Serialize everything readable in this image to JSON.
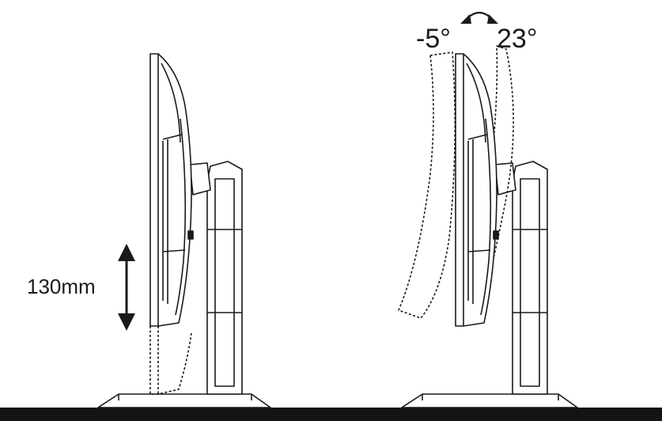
{
  "labels": {
    "height_adjust": "130mm",
    "tilt_forward": "-5°",
    "tilt_back": "23°"
  },
  "colors": {
    "line": "#1a1a1a",
    "floor": "#141414",
    "background": "#ffffff"
  },
  "icons": {
    "height_arrow": "double-arrow-vertical-icon",
    "tilt_arrow": "curved-double-arrow-icon"
  }
}
